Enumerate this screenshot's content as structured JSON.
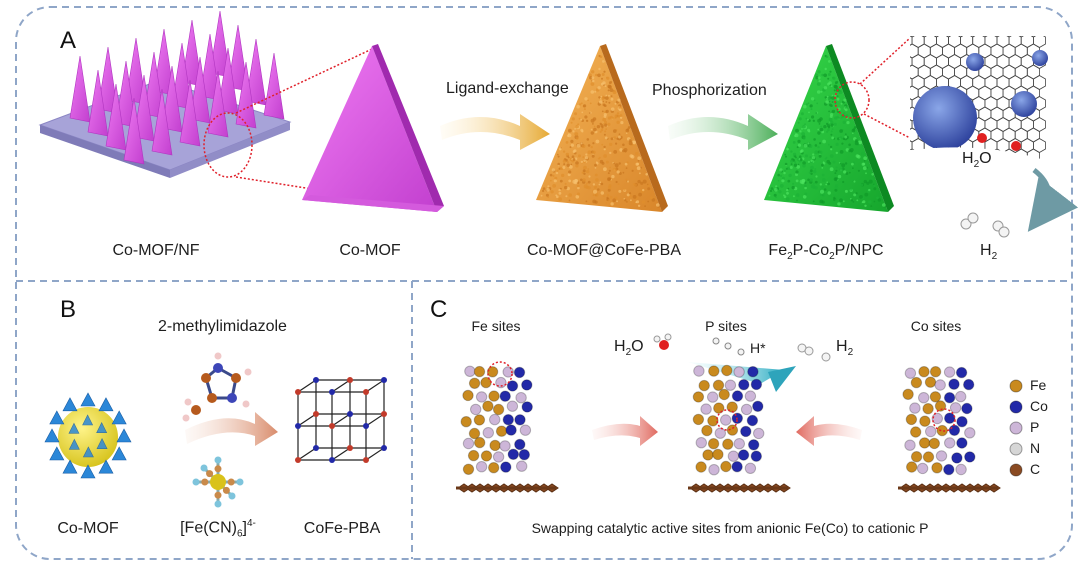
{
  "panels": {
    "a": "A",
    "b": "B",
    "c": "C"
  },
  "panel_a": {
    "labels": [
      "Co-MOF/NF",
      "Co-MOF",
      "Co-MOF@CoFe-PBA"
    ],
    "product": {
      "p1": "Fe",
      "s1": "2",
      "p2": "P-Co",
      "s2": "2",
      "p3": "P/NPC"
    },
    "steps": [
      "Ligand-exchange",
      "Phosphorization"
    ],
    "water": {
      "h": "H",
      "sub": "2",
      "o": "O"
    },
    "hydrogen": {
      "h": "H",
      "sub": "2"
    }
  },
  "panel_b": {
    "reagent": "2-methylimidazole",
    "labels": [
      "Co-MOF",
      "CoFe-PBA"
    ],
    "ferrocyanide": {
      "base": "[Fe(CN)",
      "sub": "6",
      "close": "]",
      "sup": "4-"
    }
  },
  "panel_c": {
    "site_titles": [
      "Fe sites",
      "P sites",
      "Co sites"
    ],
    "water": {
      "h": "H",
      "sub": "2",
      "o": "O"
    },
    "hstar": "H*",
    "hydrogen": {
      "h": "H",
      "sub": "2"
    },
    "caption": "Swapping catalytic active sites from anionic Fe(Co) to cationic P",
    "legend": [
      {
        "label": "Fe",
        "color": "#c98a1e"
      },
      {
        "label": "Co",
        "color": "#2229a8"
      },
      {
        "label": "P",
        "color": "#cdb6d8"
      },
      {
        "label": "N",
        "color": "#d6d6d6"
      },
      {
        "label": "C",
        "color": "#8a4a22"
      }
    ]
  },
  "colors": {
    "frame": "#8fa6c8",
    "comof": "#e05ce6",
    "pba": "#eda23a",
    "phosphide": "#22c43a",
    "arrow_gold": "#e6b24a",
    "arrow_green": "#5fbf6a",
    "arrow_red": "#e07a70"
  }
}
